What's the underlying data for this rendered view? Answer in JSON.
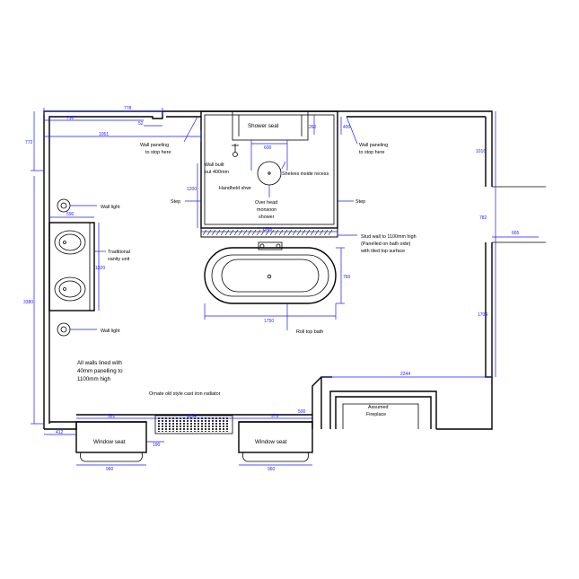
{
  "labels": {
    "shower_seat": "Shower seat",
    "wall_paneling_left_1": "Wall paneling",
    "wall_paneling_left_2": "to stop here",
    "wall_paneling_right_1": "Wall paneling",
    "wall_paneling_right_2": "to stop here",
    "wall_built_1": "Wall built",
    "wall_built_2": "out 400mm",
    "shelves": "Shelves inside recess",
    "handheld": "Handheld shwr",
    "overhead_1": "Over head",
    "overhead_2": "monsoon",
    "overhead_3": "shower",
    "step_left": "Step",
    "step_right": "Step",
    "stud_1": "Stud wall to 1100mm high",
    "stud_2": "(Panelled on bath side)",
    "stud_3": "with tiled top surface",
    "wall_light_top": "Wall light",
    "wall_light_bottom": "Wall light",
    "vanity_1": "Traditional",
    "vanity_2": "vanity unit",
    "roll_top": "Roll top bath",
    "walls_lined_1": "All walls lined with",
    "walls_lined_2": "40mm panelling to",
    "walls_lined_3": "1100mm high",
    "radiator": "Ornate old style cast iron radiator",
    "fireplace_1": "Assumed",
    "fireplace_2": "Fireplace",
    "window_seat_left": "Window seat",
    "window_seat_right": "Window seat"
  },
  "dimensions": {
    "top_778": "778",
    "top_710": "710",
    "top_52": "52",
    "top_1051": "1051",
    "left_772": "772",
    "left_3380": "3380",
    "left_412": "412",
    "shower_600": "600",
    "shower_260": "260",
    "shower_400": "400",
    "shower_1200": "1200",
    "shower_1968": "1968",
    "vanity_590": "590",
    "vanity_1320": "1320",
    "bath_760": "760",
    "bath_1750": "1750",
    "right_1016": "1016",
    "right_782": "782",
    "right_665": "665",
    "right_1704": "1704",
    "right_2244": "2244",
    "bottom_981": "981",
    "bottom_1154": "1154",
    "bottom_979": "979",
    "bottom_500": "500",
    "bottom_190": "190",
    "bottom_960_left": "960",
    "bottom_960_right": "960"
  }
}
